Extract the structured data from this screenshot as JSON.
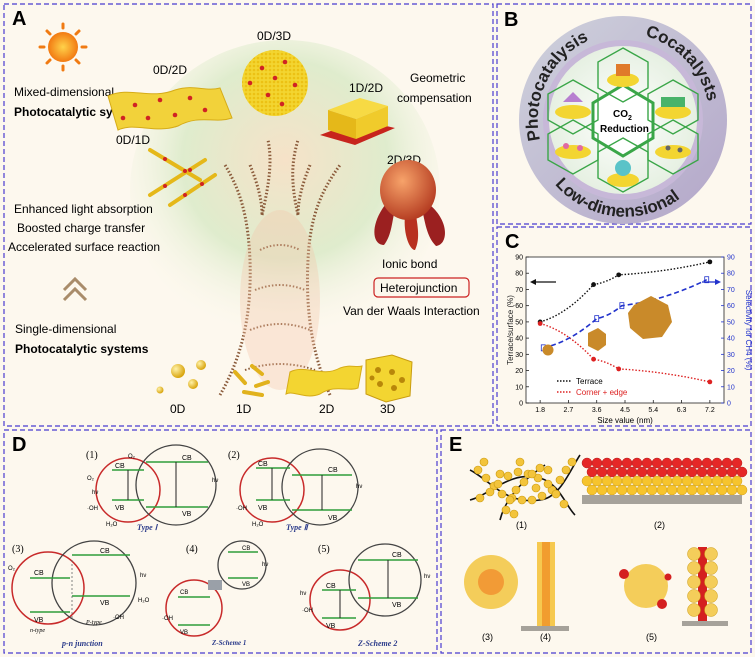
{
  "panelA": {
    "letter": "A",
    "labels": {
      "d0_2d": "0D/2D",
      "d0_3d": "0D/3D",
      "d1_2d": "1D/2D",
      "d0_1d": "0D/1D",
      "d2_3d": "2D/3D",
      "geometric1": "Geometric",
      "geometric2": "compensation",
      "mixed1": "Mixed-dimensional",
      "mixed2": "Photocatalytic systems",
      "benefit1": "Enhanced light absorption",
      "benefit2": "Boosted charge transfer",
      "benefit3": "Accelerated surface reaction",
      "ionic": "Ionic bond",
      "hetero": "Heterojunction",
      "vdw": "Van der Waals Interaction",
      "single1": "Single-dimensional",
      "single2": "Photocatalytic systems",
      "x0d": "0D",
      "x1d": "1D",
      "x2d": "2D",
      "x3d": "3D"
    }
  },
  "panelB": {
    "letter": "B",
    "photocatalysis": "Photocatalysis",
    "cocatalysts": "Cocatalysts",
    "low_dimensional": "Low-dimensional",
    "center_line1": "CO",
    "center_sub": "2",
    "center_line2": "Reduction"
  },
  "panelC": {
    "letter": "C",
    "left_axis_label": "Terrace/surface (%)",
    "right_axis_label": "Selectivity for CH4 (%)",
    "x_axis_label": "Size value (nm)",
    "x_ticks": [
      "1.8",
      "2.7",
      "3.6",
      "4.5",
      "5.4",
      "6.3",
      "7.2"
    ],
    "y_ticks": [
      "0",
      "10",
      "20",
      "30",
      "40",
      "50",
      "60",
      "70",
      "80",
      "90"
    ],
    "legend": [
      "Terrace",
      "Corner + edge"
    ]
  },
  "chart_data": {
    "type": "line",
    "xlabel": "Size value (nm)",
    "ylabel": "Terrace/surface (%)",
    "y2label": "Selectivity for CH4 (%)",
    "xlim": [
      1.35,
      7.65
    ],
    "ylim": [
      0,
      90
    ],
    "y2lim": [
      0,
      90
    ],
    "series": [
      {
        "name": "Terrace",
        "axis": "left",
        "color": "#111111",
        "style": "dotted",
        "x": [
          1.8,
          3.5,
          4.3,
          7.2
        ],
        "y": [
          50,
          73,
          79,
          87
        ]
      },
      {
        "name": "Corner + edge",
        "axis": "left",
        "color": "#dd2222",
        "style": "dotted",
        "x": [
          1.8,
          3.5,
          4.3,
          7.2
        ],
        "y": [
          49,
          27,
          21,
          13
        ]
      },
      {
        "axis": "right",
        "color": "#2233cc",
        "style": "dashed",
        "x": [
          1.9,
          3.6,
          4.4,
          7.1
        ],
        "y": [
          34,
          52,
          60,
          76
        ]
      }
    ]
  },
  "panelD": {
    "letter": "D",
    "n1": "(1)",
    "n2": "(2)",
    "n3": "(3)",
    "n4": "(4)",
    "n5": "(5)",
    "type1": "Type Ⅰ",
    "type2": "Type Ⅱ",
    "pn": "p-n junction",
    "ntype": "n-type",
    "ptype": "P-type",
    "z1": "Z-Scheme 1",
    "z2": "Z-Scheme 2",
    "cb": "CB",
    "vb": "VB",
    "hv": "hν",
    "o2": "O₂",
    "o2m": "·O₂⁻",
    "oh": "·OH",
    "h2o": "H₂O"
  },
  "panelE": {
    "letter": "E",
    "n1": "(1)",
    "n2": "(2)",
    "n3": "(3)",
    "n4": "(4)",
    "n5": "(5)"
  },
  "colors": {
    "frame": "#4a3bd0",
    "gold": "#f3c43b",
    "red": "#d42020",
    "blue": "#2233cc",
    "green": "#2e9e3a"
  }
}
